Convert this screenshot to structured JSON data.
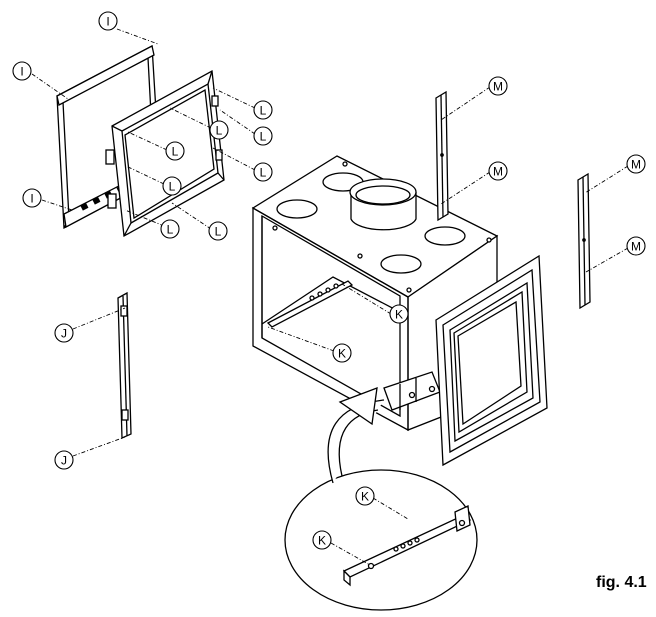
{
  "figure": {
    "caption": "fig. 4.1"
  },
  "callouts": {
    "I": "I",
    "J": "J",
    "K": "K",
    "L": "L",
    "M": "M"
  }
}
